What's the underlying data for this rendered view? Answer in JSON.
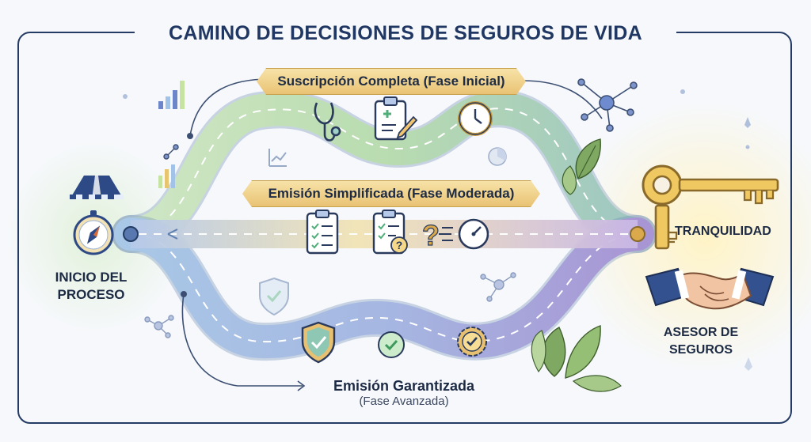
{
  "title": "CAMINO DE DECISIONES DE SEGUROS DE VIDA",
  "routes": {
    "top": "Suscripción Completa (Fase Inicial)",
    "middle": "Emisión Simplificada (Fase Moderada)",
    "bottom_title": "Emisión Garantizada",
    "bottom_subtitle": "(Fase Avanzada)"
  },
  "start": {
    "line1": "INICIO DEL",
    "line2": "PROCESO"
  },
  "outcomes": {
    "peace": "TRANQUILIDAD",
    "advisor_line1": "ASESOR DE",
    "advisor_line2": "SEGUROS"
  },
  "icons": [
    "road-icon",
    "compass-icon",
    "stethoscope-icon",
    "clipboard-medical-icon",
    "clock-icon",
    "checklist-icon",
    "question-icon",
    "speedometer-icon",
    "shield-check-icon",
    "check-badge-icon",
    "key-icon",
    "handshake-icon",
    "network-icon",
    "bar-chart-icon",
    "pie-chart-icon",
    "leaf-icon"
  ],
  "colors": {
    "title": "#1f3762",
    "road_green": "#b9dcb0",
    "road_blue": "#9db8e0",
    "road_purple": "#a99ad6",
    "gold": "#e9c374"
  }
}
